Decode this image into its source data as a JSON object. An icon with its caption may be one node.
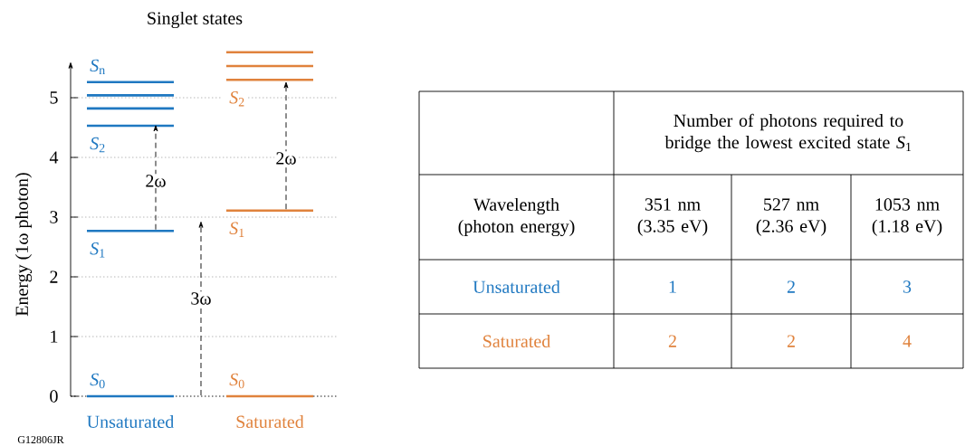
{
  "diagram": {
    "title": "Singlet states",
    "nodes": [
      {
        "text": [],
        "shape": "bar",
        "beside": [
          "*S*$_{0}$"
        ]
      },
      {
        "text": [],
        "shape": "bar",
        "beside": [
          "*S*$_{1}$"
        ]
      },
      {
        "text": [],
        "shape": "bar",
        "beside": [
          "*S*$_{2}$"
        ]
      },
      {
        "text": [],
        "shape": "bar"
      },
      {
        "text": [],
        "shape": "bar"
      },
      {
        "text": [],
        "shape": "bar",
        "beside": [
          "*S*$_{n}$"
        ]
      },
      {
        "text": [],
        "shape": "bar",
        "beside": [
          "*S*$_{0}$"
        ]
      },
      {
        "text": [],
        "shape": "bar",
        "beside": [
          "*S*$_{1}$"
        ]
      },
      {
        "text": [],
        "shape": "bar",
        "beside": [
          "*S*$_{2}$"
        ]
      },
      {
        "text": [],
        "shape": "bar"
      },
      {
        "text": [],
        "shape": "bar"
      }
    ],
    "edges": [
      {
        "from": 1,
        "to": 2,
        "arrow": "to",
        "label": "2ω",
        "style": "dashed"
      },
      {
        "from": 7,
        "to": 8,
        "arrow": "to",
        "label": "2ω",
        "style": "dashed"
      }
    ],
    "labels": [
      "Energy (1ω photon)",
      "5",
      "4",
      "3",
      "2",
      "1",
      "0",
      "3ω",
      "Unsaturated",
      "Saturated",
      "G12806JR",
      "Number of photons required to bridge the lowest excited state *S*$_{1}$",
      "Wavelength (photon energy)",
      "351 nm (3.35 eV)",
      "527 nm (2.36 eV)",
      "1053 nm (1.18 eV)",
      "Unsaturated",
      "1",
      "2",
      "3",
      "Saturated",
      "2",
      "2",
      "4"
    ]
  }
}
